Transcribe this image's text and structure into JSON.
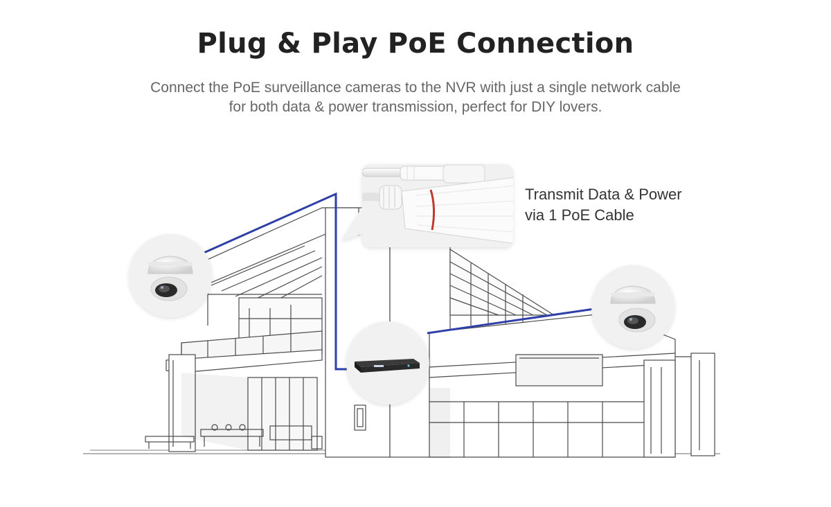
{
  "header": {
    "title": "Plug & Play PoE Connection",
    "subtitle_line1": "Connect the PoE surveillance cameras to the NVR with just a single network cable",
    "subtitle_line2": "for both data & power transmission, perfect for DIY lovers."
  },
  "callout": {
    "line1": "Transmit Data & Power",
    "line2": "via 1 PoE Cable"
  },
  "colors": {
    "cable": "#2f3fa8",
    "cable_ring": "#c0392b",
    "sketch": "#444444",
    "bubble": "#f1f1f1"
  },
  "icons": [
    "dome-camera-icon",
    "nvr-recorder-icon",
    "poe-cable-connector-icon"
  ]
}
